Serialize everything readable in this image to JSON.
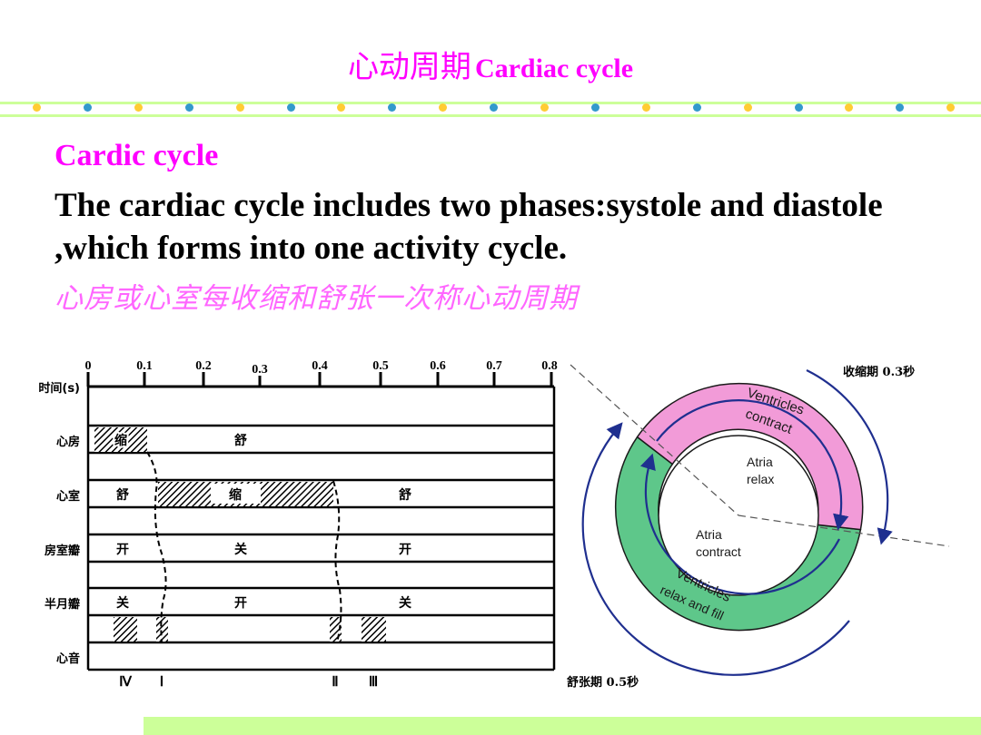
{
  "title": {
    "cn": "心动周期",
    "en": "Cardiac cycle"
  },
  "heading": "Cardic cycle",
  "body": "The cardiac cycle includes two phases:systole and diastole ,which forms into one activity cycle.",
  "chinese_definition": "心房或心室每收缩和舒张一次称心动周期",
  "colors": {
    "magenta": "#ff00ff",
    "pink_ring": "#f29bd8",
    "green_ring": "#5ec78a",
    "arrow": "#1f2f8f",
    "band": "#ccff99"
  },
  "timeline": {
    "axis_label": "时间(s)",
    "ticks": [
      "0",
      "0.1",
      "0.2",
      "0.3",
      "0.4",
      "0.5",
      "0.6",
      "0.7",
      "0.8"
    ],
    "rows": {
      "atrium": {
        "label": "心房",
        "systole": "缩",
        "diastole": "舒"
      },
      "ventricle": {
        "label": "心室",
        "diastole1": "舒",
        "systole": "缩",
        "diastole2": "舒"
      },
      "av_valve": {
        "label": "房室瓣",
        "open1": "开",
        "closed": "关",
        "open2": "开"
      },
      "semilunar": {
        "label": "半月瓣",
        "closed1": "关",
        "open": "开",
        "closed2": "关"
      },
      "heart_sounds": {
        "label": "心音",
        "s4": "Ⅳ",
        "s1": "Ⅰ",
        "s2": "Ⅱ",
        "s3": "Ⅲ"
      }
    }
  },
  "cycle": {
    "systole_caption": "收缩期 0.3秒",
    "diastole_caption": "舒张期 0.5秒",
    "outer_top": [
      "Ventricles",
      "contract"
    ],
    "outer_bottom": [
      "Ventricles",
      "relax and fill"
    ],
    "inner_top": [
      "Atria",
      "relax"
    ],
    "inner_bottom": [
      "Atria",
      "contract"
    ]
  }
}
